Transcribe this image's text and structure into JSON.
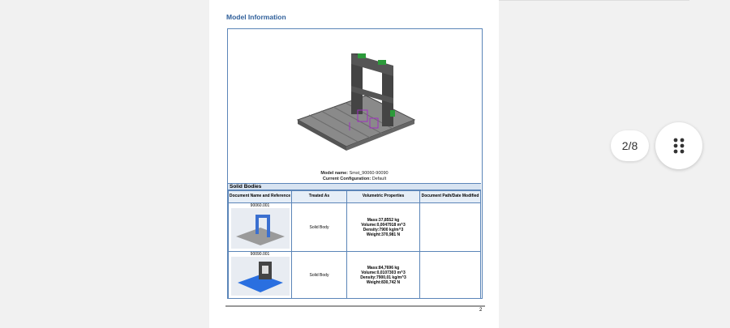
{
  "section_title": "Model Information",
  "model_name_label": "Model name:",
  "model_name": "Smst_90060-90090",
  "config_label": "Current Configuration:",
  "config": "Default",
  "solid_bodies_title": "Solid Bodies",
  "columns": [
    "Document Name and Reference",
    "Treated As",
    "Volumetric Properties",
    "Document Path/Date Modified"
  ],
  "rows": [
    {
      "name": "90060.001",
      "treated": "Solid Body",
      "props": [
        "Mass:37,8552 kg",
        "Volume:0,0047918 m^3",
        "Density:7900 kg/m^3",
        "Weight:370,981 N"
      ],
      "path": ""
    },
    {
      "name": "90090.001",
      "treated": "Solid Body",
      "props": [
        "Mass:84,7696 kg",
        "Volume:0,0107303 m^3",
        "Density:7900,01 kg/m^3",
        "Weight:830,742 N"
      ],
      "path": ""
    }
  ],
  "page_number": "2",
  "page_indicator": "2/8",
  "icons": {
    "menu": "grid-dots-icon"
  }
}
